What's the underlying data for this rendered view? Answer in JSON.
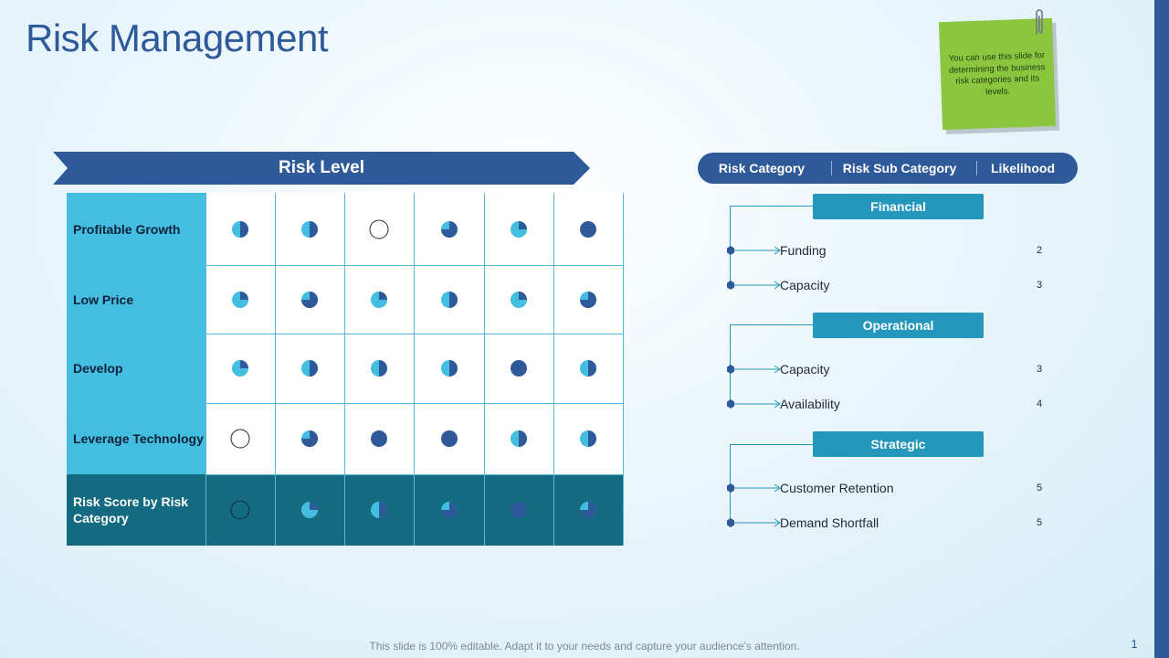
{
  "title": "Risk Management",
  "note": {
    "text": "You can use this slide for determining the business risk categories and its levels."
  },
  "risk_level": {
    "banner": "Risk Level",
    "rows": [
      {
        "label": "Profitable Growth",
        "levels": [
          0.5,
          0.5,
          0,
          0.75,
          0.25,
          1
        ]
      },
      {
        "label": "Low Price",
        "levels": [
          0.25,
          0.75,
          0.25,
          0.5,
          0.25,
          0.75
        ]
      },
      {
        "label": "Develop",
        "levels": [
          0.25,
          0.5,
          0.5,
          0.5,
          1,
          0.5
        ]
      },
      {
        "label": "Leverage Technology",
        "levels": [
          0,
          0.75,
          1,
          1,
          0.5,
          0.5
        ]
      }
    ],
    "total": {
      "label": "Risk Score by Risk Category",
      "levels": [
        0,
        0.25,
        0.5,
        0.75,
        1,
        0.75
      ]
    },
    "colors": {
      "fill": "#2f5a9a",
      "empty": "#43bde0"
    }
  },
  "categories": {
    "headers": [
      "Risk Category",
      "Risk Sub Category",
      "Likelihood"
    ],
    "groups": [
      {
        "name": "Financial",
        "items": [
          {
            "name": "Funding",
            "likelihood": "2"
          },
          {
            "name": "Capacity",
            "likelihood": "3"
          }
        ]
      },
      {
        "name": "Operational",
        "items": [
          {
            "name": "Capacity",
            "likelihood": "3"
          },
          {
            "name": "Availability",
            "likelihood": "4"
          }
        ]
      },
      {
        "name": "Strategic",
        "items": [
          {
            "name": "Customer Retention",
            "likelihood": "5"
          },
          {
            "name": "Demand Shortfall",
            "likelihood": "5"
          }
        ]
      }
    ]
  },
  "footer": "This slide is 100% editable. Adapt it to your needs and capture your audience's attention.",
  "page_number": "1"
}
